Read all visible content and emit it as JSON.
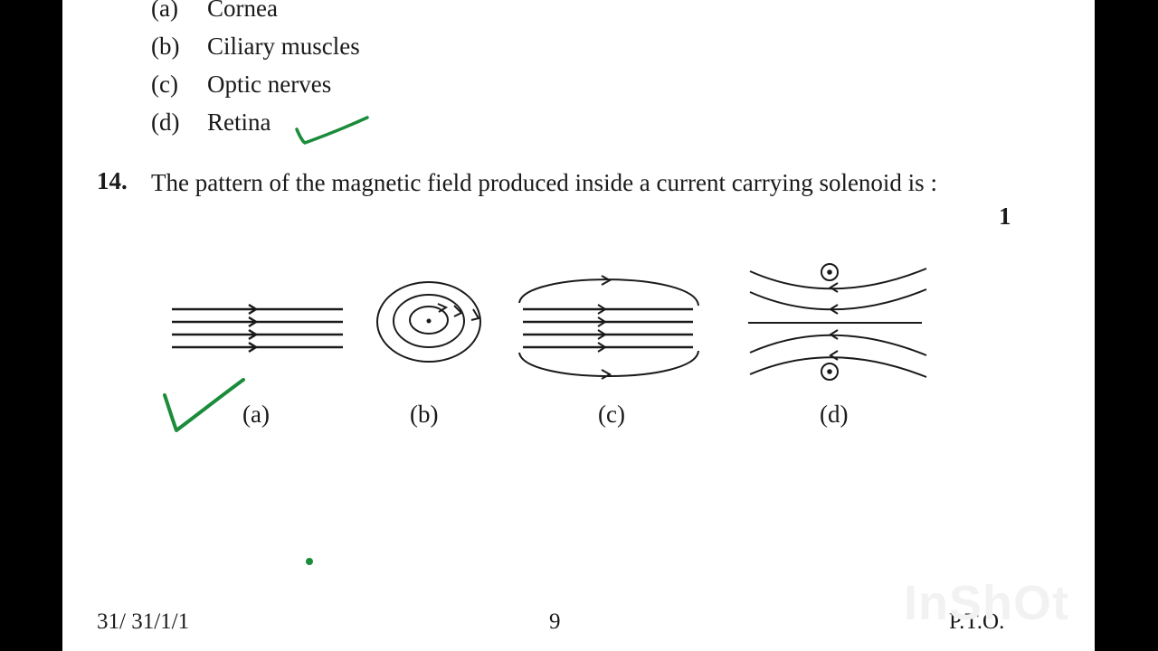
{
  "prev_question": {
    "options": [
      {
        "letter": "(a)",
        "text": "Cornea"
      },
      {
        "letter": "(b)",
        "text": "Ciliary muscles"
      },
      {
        "letter": "(c)",
        "text": "Optic nerves"
      },
      {
        "letter": "(d)",
        "text": "Retina"
      }
    ]
  },
  "question": {
    "number": "14.",
    "text": "The pattern of the magnetic field produced inside a current carrying solenoid is :",
    "marks": "1",
    "figure_labels": [
      "(a)",
      "(b)",
      "(c)",
      "(d)"
    ]
  },
  "footer": {
    "code": "31/ 31/1/1",
    "page": "9",
    "pto": "P.T.O."
  },
  "watermark": "InShOt",
  "colors": {
    "tick": "#1a8c3a",
    "ink": "#1a1a1a",
    "background": "#000000",
    "paper": "#ffffff"
  }
}
